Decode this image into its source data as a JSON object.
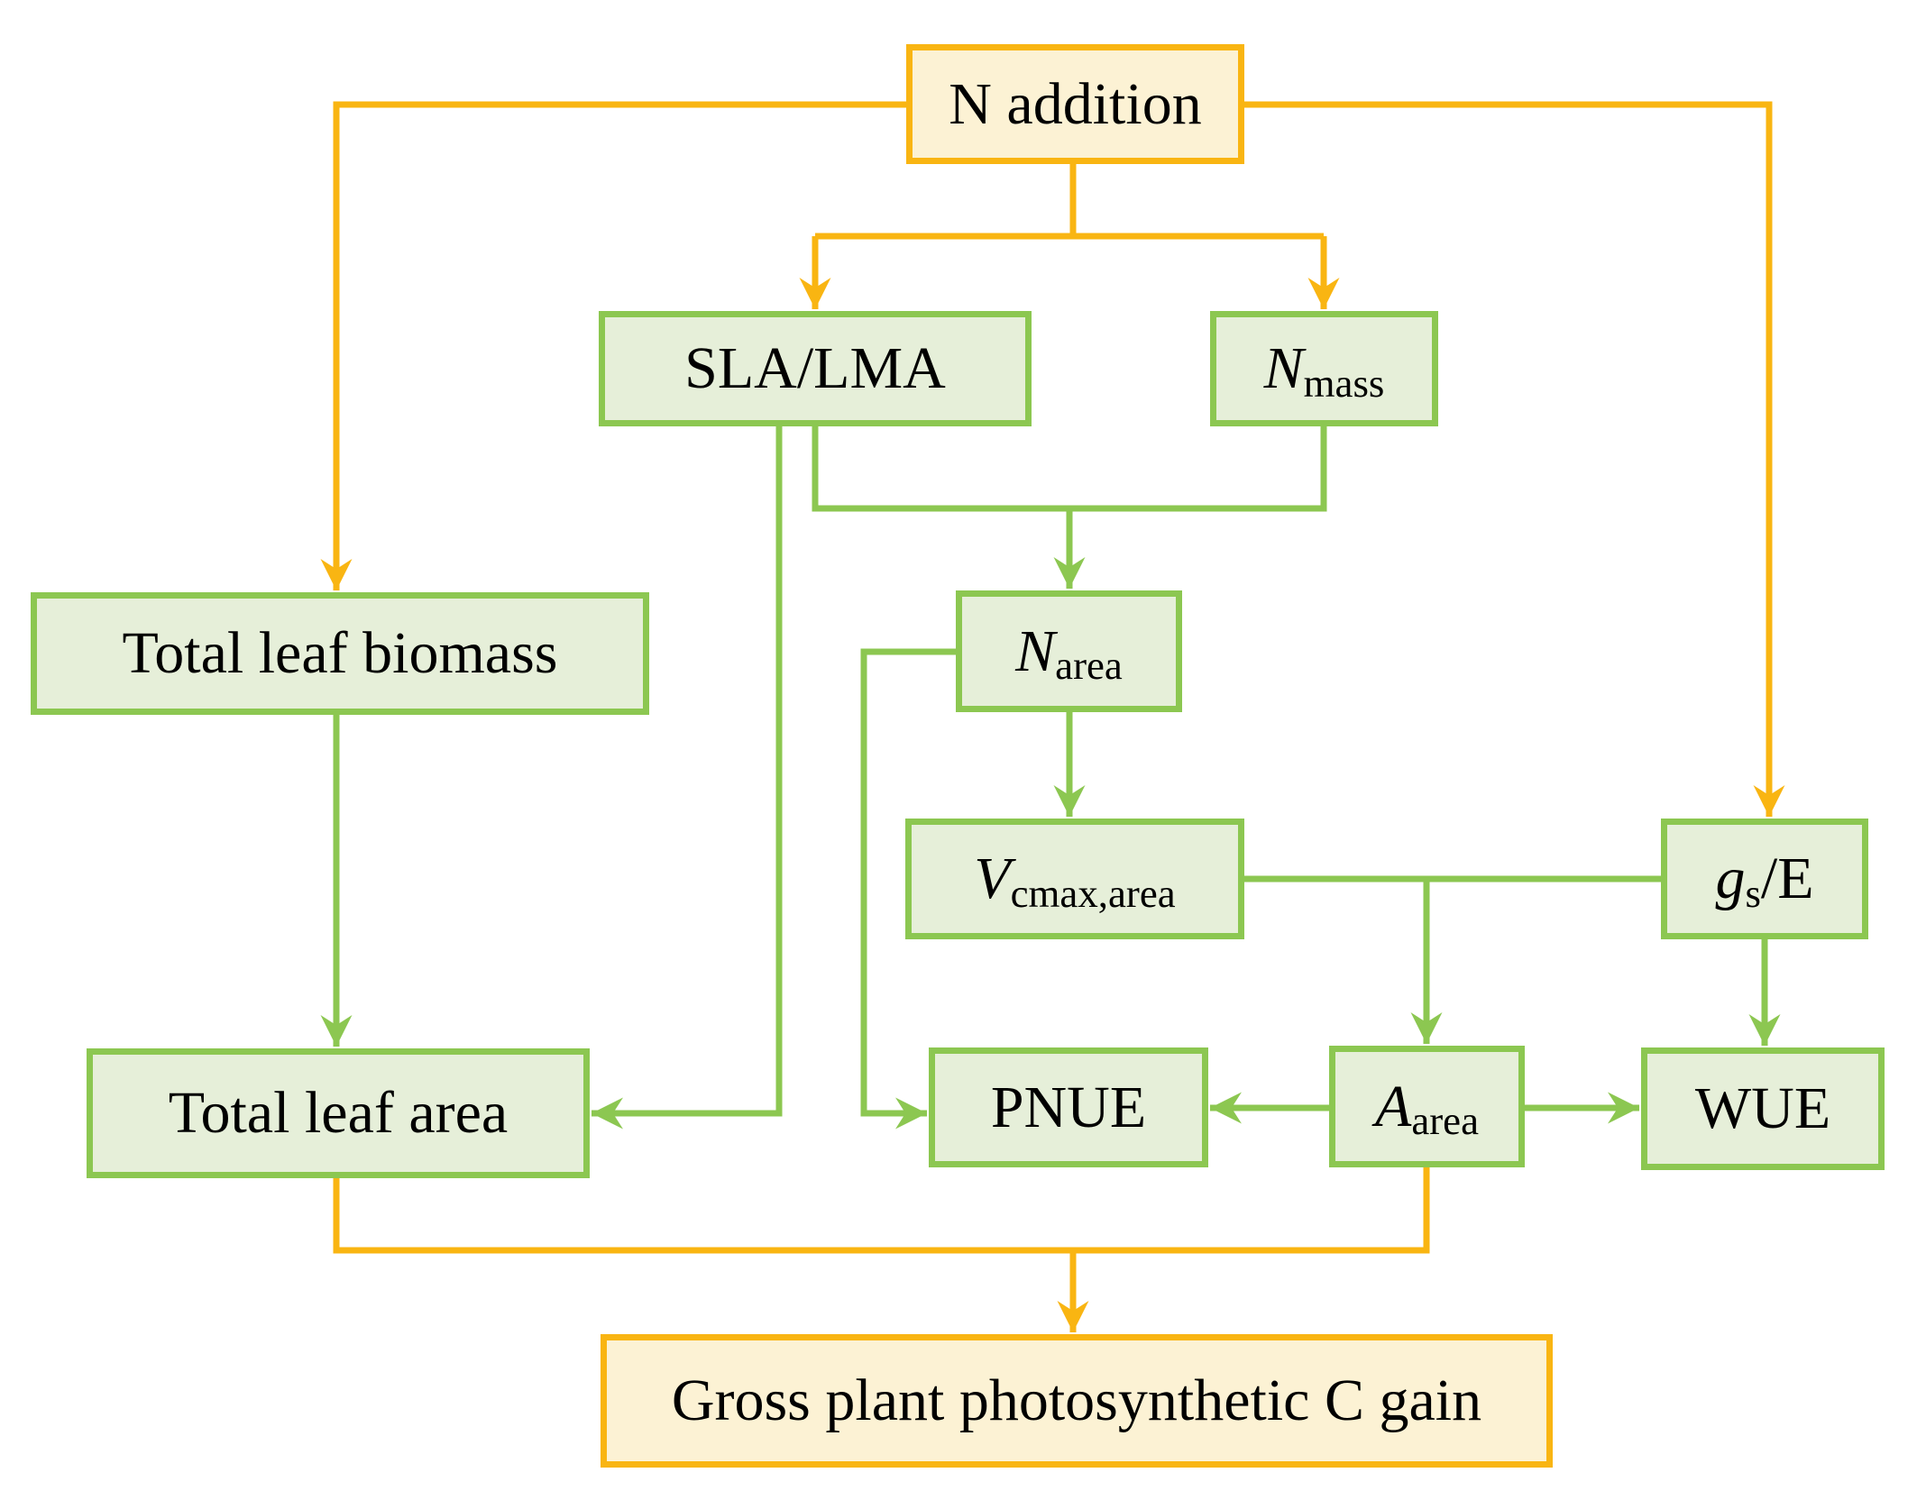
{
  "colors": {
    "orange_accent": "#F9B512",
    "cream_fill": "#FCF2D4",
    "green_accent": "#8CC751",
    "green_fill": "#E6EFD9",
    "text": "#000000"
  },
  "nodes": {
    "n_addition": {
      "label": "N addition"
    },
    "sla_lma": {
      "label": "SLA/LMA"
    },
    "n_mass": {
      "var": "N",
      "sub": "mass"
    },
    "total_leaf_biomass": {
      "label": "Total leaf biomass"
    },
    "n_area": {
      "var": "N",
      "sub": "area"
    },
    "v_cmax_area": {
      "var": "V",
      "sub": "cmax,area"
    },
    "gs_e": {
      "var": "g",
      "sub": "s",
      "suffix": "/E"
    },
    "total_leaf_area": {
      "label": "Total leaf area"
    },
    "pnue": {
      "label": "PNUE"
    },
    "a_area": {
      "var": "A",
      "sub": "area"
    },
    "wue": {
      "label": "WUE"
    },
    "gross_gain": {
      "label": "Gross plant photosynthetic C gain"
    }
  },
  "edges": [
    {
      "from": "n_addition",
      "to": "total_leaf_biomass",
      "color": "orange"
    },
    {
      "from": "n_addition",
      "to": "sla_lma",
      "color": "orange"
    },
    {
      "from": "n_addition",
      "to": "n_mass",
      "color": "orange"
    },
    {
      "from": "n_addition",
      "to": "gs_e",
      "color": "orange"
    },
    {
      "from": "sla_lma",
      "to": "n_area",
      "color": "green"
    },
    {
      "from": "n_mass",
      "to": "n_area",
      "color": "green"
    },
    {
      "from": "sla_lma",
      "to": "total_leaf_area",
      "color": "green"
    },
    {
      "from": "total_leaf_biomass",
      "to": "total_leaf_area",
      "color": "green"
    },
    {
      "from": "n_area",
      "to": "v_cmax_area",
      "color": "green"
    },
    {
      "from": "n_area",
      "to": "pnue",
      "color": "green"
    },
    {
      "from": "v_cmax_area",
      "to": "gs_e",
      "color": "green"
    },
    {
      "from": "v_cmax_area",
      "to": "a_area",
      "color": "green"
    },
    {
      "from": "gs_e",
      "to": "wue",
      "color": "green"
    },
    {
      "from": "a_area",
      "to": "pnue",
      "color": "green"
    },
    {
      "from": "a_area",
      "to": "wue",
      "color": "green"
    },
    {
      "from": "total_leaf_area",
      "to": "gross_gain",
      "color": "orange"
    },
    {
      "from": "a_area",
      "to": "gross_gain",
      "color": "orange"
    }
  ]
}
